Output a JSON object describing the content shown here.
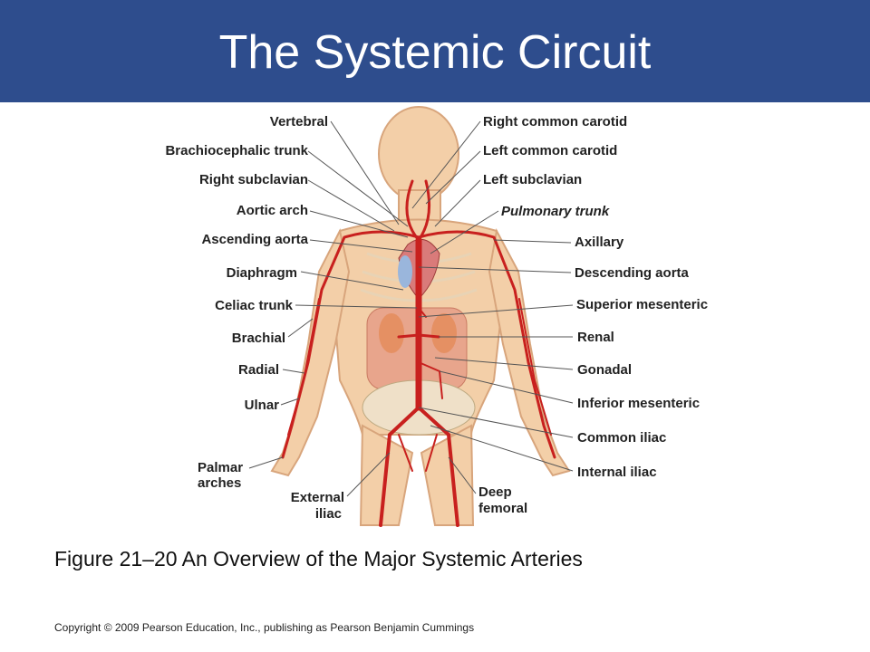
{
  "slide": {
    "title": "The Systemic Circuit",
    "caption": "Figure 21–20 An Overview of the Major Systemic Arteries",
    "copyright": "Copyright © 2009 Pearson Education, Inc., publishing as Pearson Benjamin Cummings",
    "title_bar_color": "#2e4d8d"
  },
  "diagram": {
    "left_labels": {
      "vertebral": "Vertebral",
      "brachiocephalic_trunk": "Brachiocephalic trunk",
      "right_subclavian": "Right subclavian",
      "aortic_arch": "Aortic arch",
      "ascending_aorta": "Ascending aorta",
      "diaphragm": "Diaphragm",
      "celiac_trunk": "Celiac trunk",
      "brachial": "Brachial",
      "radial": "Radial",
      "ulnar": "Ulnar",
      "palmar_arches_1": "Palmar",
      "palmar_arches_2": "arches",
      "external_iliac_1": "External",
      "external_iliac_2": "iliac"
    },
    "right_labels": {
      "right_common_carotid": "Right common carotid",
      "left_common_carotid": "Left common carotid",
      "left_subclavian": "Left subclavian",
      "pulmonary_trunk": "Pulmonary trunk",
      "axillary": "Axillary",
      "descending_aorta": "Descending aorta",
      "superior_mesenteric": "Superior mesenteric",
      "renal": "Renal",
      "gonadal": "Gonadal",
      "inferior_mesenteric": "Inferior mesenteric",
      "common_iliac": "Common iliac",
      "internal_iliac": "Internal iliac",
      "deep_femoral_1": "Deep",
      "deep_femoral_2": "femoral"
    },
    "colors": {
      "artery": "#c8201e",
      "skin": "#f3cfa8",
      "leader_line": "#555555"
    }
  }
}
